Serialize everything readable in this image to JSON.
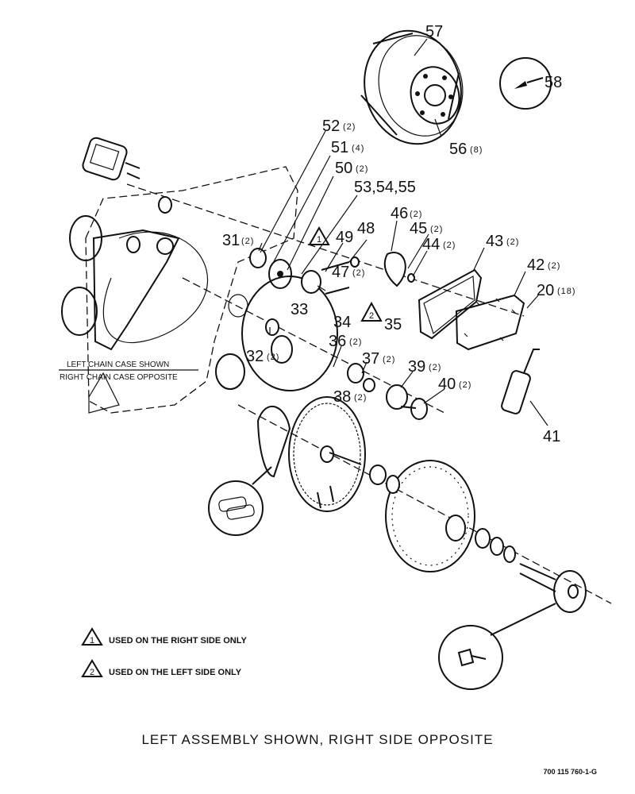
{
  "callouts": [
    {
      "id": "57",
      "number": "57",
      "qty": ""
    },
    {
      "id": "58",
      "number": "58",
      "qty": ""
    },
    {
      "id": "56",
      "number": "56",
      "qty": "(8)"
    },
    {
      "id": "52",
      "number": "52",
      "qty": "(2)"
    },
    {
      "id": "51",
      "number": "51",
      "qty": "(4)"
    },
    {
      "id": "50",
      "number": "50",
      "qty": "(2)"
    },
    {
      "id": "53",
      "number": "53,54,55",
      "qty": ""
    },
    {
      "id": "46",
      "number": "46",
      "qty": "(2)"
    },
    {
      "id": "45",
      "number": "45",
      "qty": "(2)"
    },
    {
      "id": "44",
      "number": "44",
      "qty": "(2)"
    },
    {
      "id": "43",
      "number": "43",
      "qty": "(2)"
    },
    {
      "id": "42",
      "number": "42",
      "qty": "(2)"
    },
    {
      "id": "20",
      "number": "20",
      "qty": "(18)"
    },
    {
      "id": "49",
      "number": "49",
      "qty": ""
    },
    {
      "id": "48",
      "number": "48",
      "qty": ""
    },
    {
      "id": "47",
      "number": "47",
      "qty": "(2)"
    },
    {
      "id": "31",
      "number": "31",
      "qty": "(2)"
    },
    {
      "id": "33",
      "number": "33",
      "qty": ""
    },
    {
      "id": "34",
      "number": "34",
      "qty": ""
    },
    {
      "id": "35",
      "number": "35",
      "qty": ""
    },
    {
      "id": "32",
      "number": "32",
      "qty": "(2)"
    },
    {
      "id": "36",
      "number": "36",
      "qty": "(2)"
    },
    {
      "id": "37",
      "number": "37",
      "qty": "(2)"
    },
    {
      "id": "38",
      "number": "38",
      "qty": "(2)"
    },
    {
      "id": "39",
      "number": "39",
      "qty": "(2)"
    },
    {
      "id": "40",
      "number": "40",
      "qty": "(2)"
    },
    {
      "id": "41",
      "number": "41",
      "qty": ""
    }
  ],
  "chain_case_label": {
    "line1": "LEFT CHAIN CASE SHOWN",
    "line2": "RIGHT CHAIN CASE OPPOSITE"
  },
  "legend": [
    {
      "symbol": "1",
      "text": "USED ON THE RIGHT SIDE ONLY"
    },
    {
      "symbol": "2",
      "text": "USED ON THE LEFT SIDE ONLY"
    }
  ],
  "markers": {
    "tri1": "1",
    "tri2": "2"
  },
  "caption": "LEFT ASSEMBLY SHOWN, RIGHT SIDE OPPOSITE",
  "doc_id": "700 115 760-1-G"
}
